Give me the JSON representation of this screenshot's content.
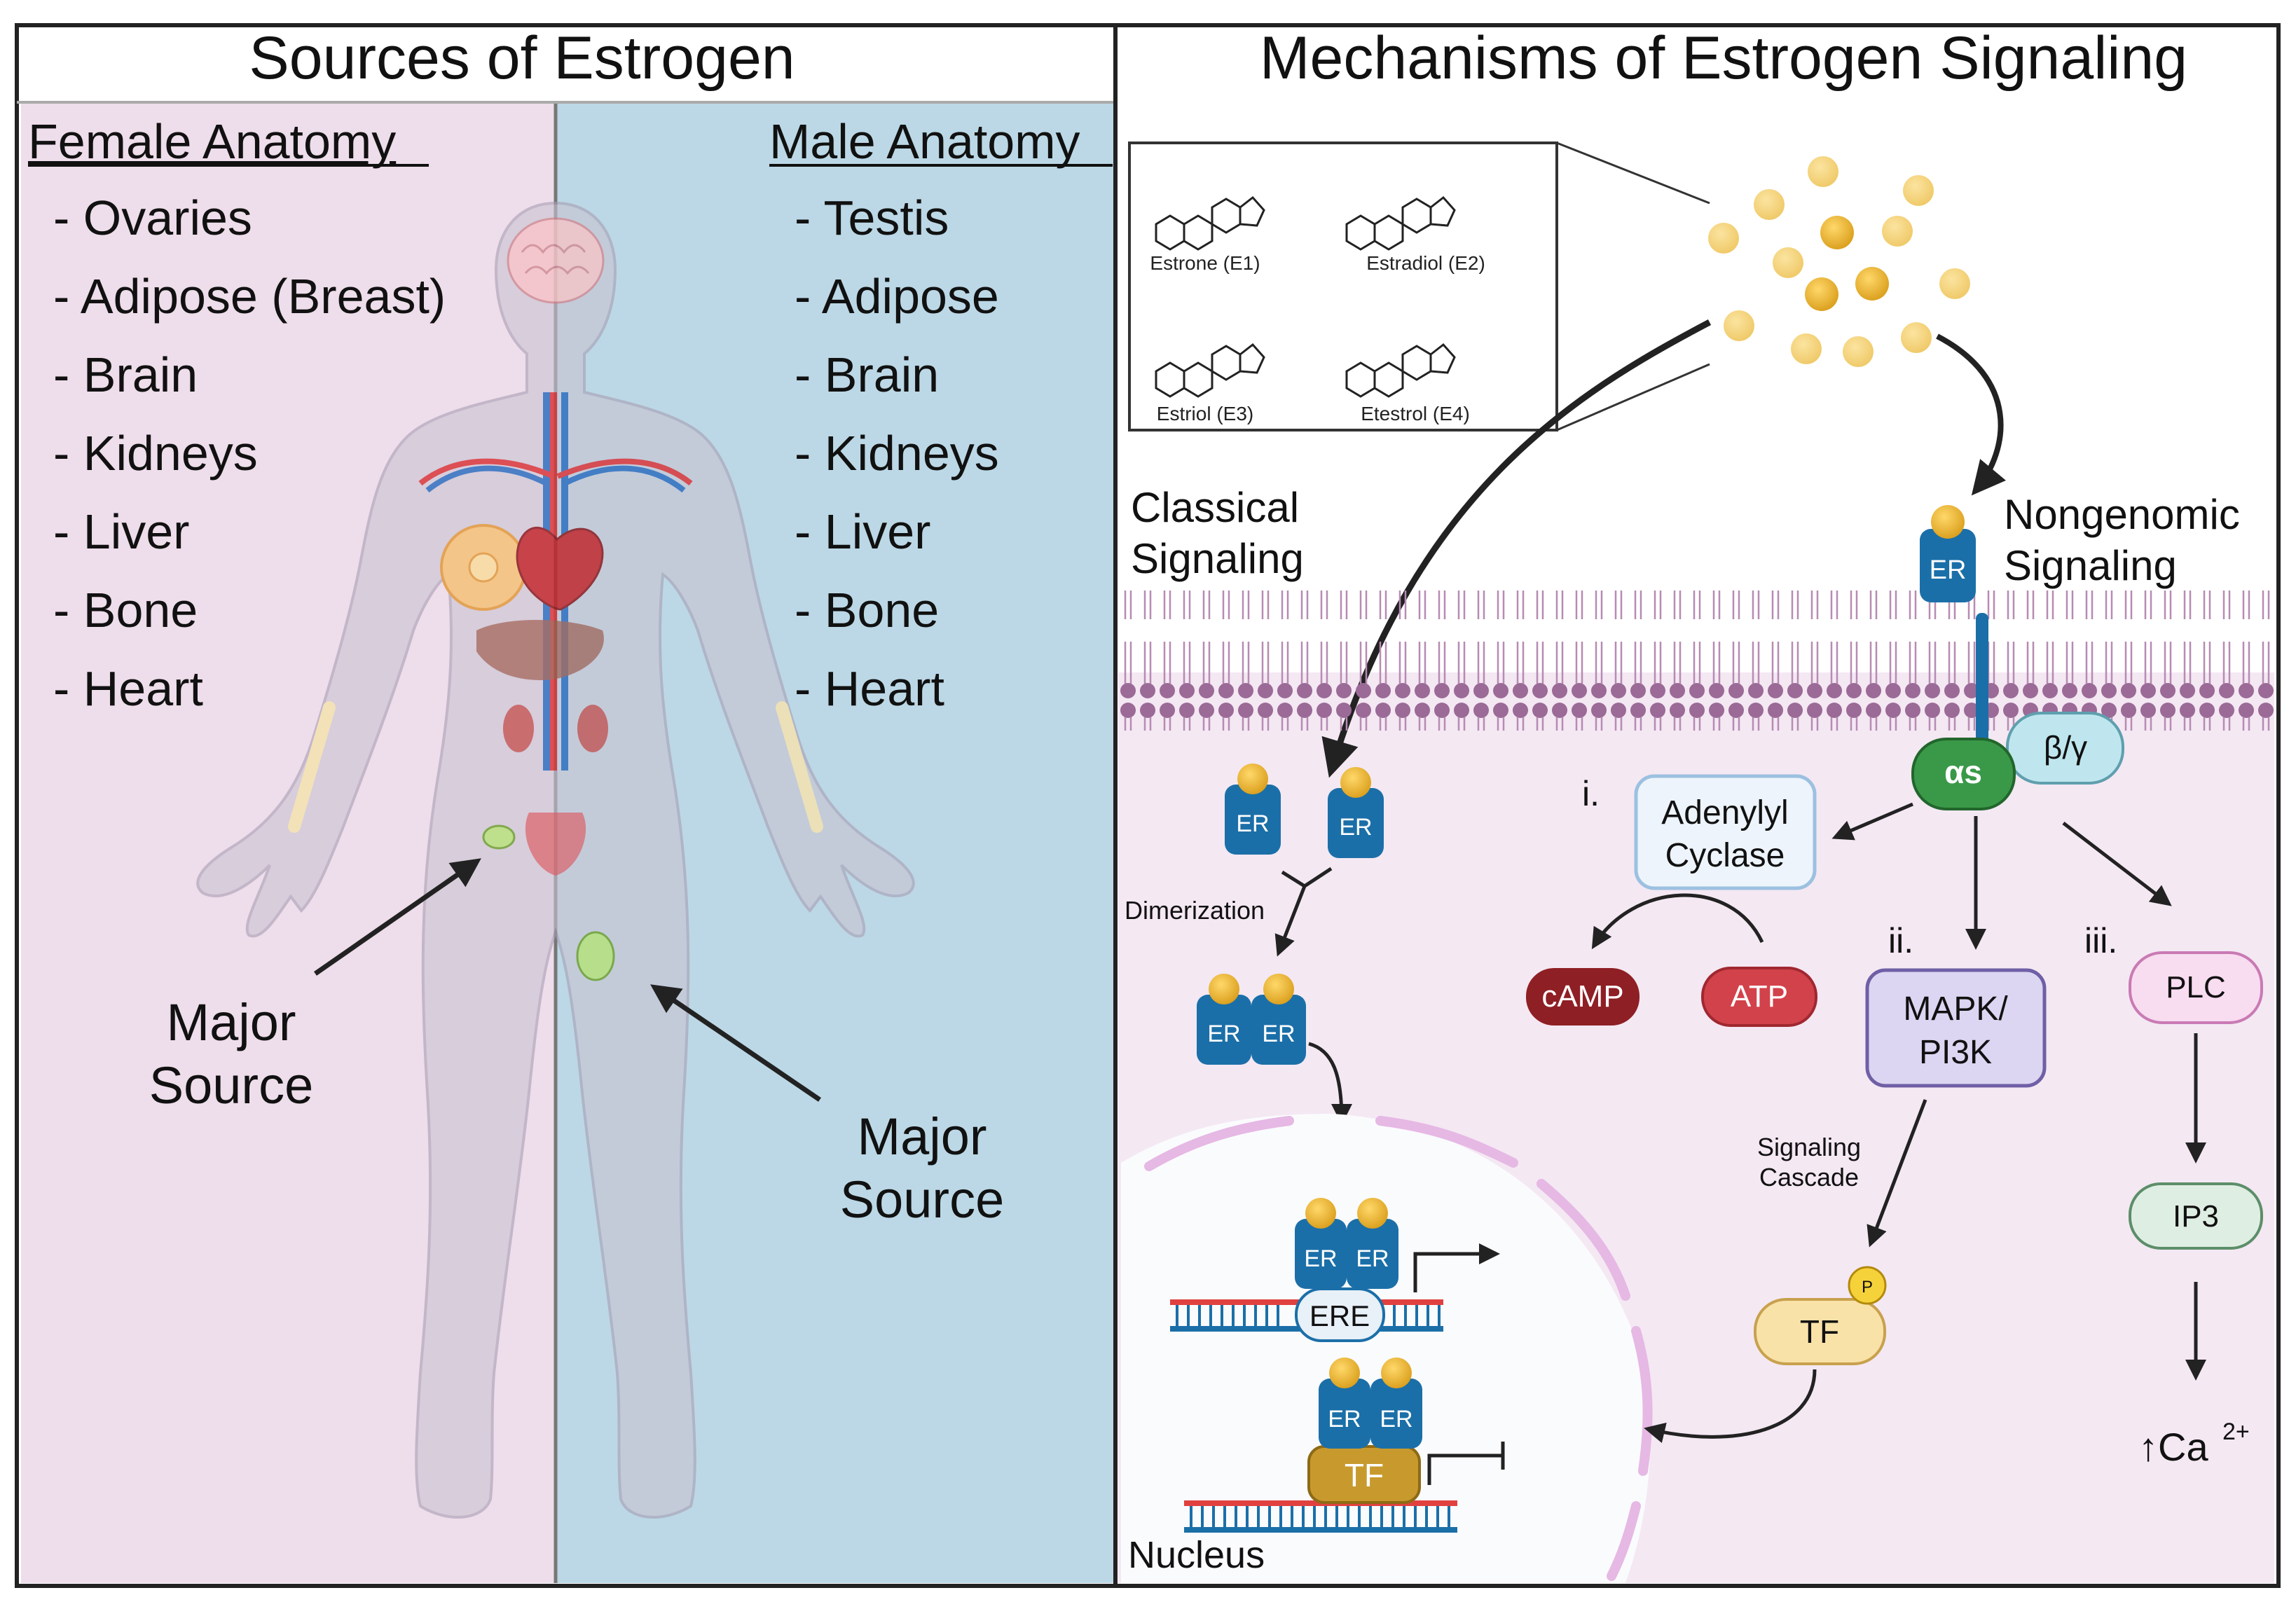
{
  "left_panel": {
    "title": "Sources of Estrogen",
    "female": {
      "heading": "Female Anatomy",
      "items": [
        "- Ovaries",
        "- Adipose (Breast)",
        "- Brain",
        "- Kidneys",
        "- Liver",
        "- Bone",
        "- Heart"
      ],
      "source_label": [
        "Major",
        "Source"
      ]
    },
    "male": {
      "heading": "Male Anatomy",
      "items": [
        "- Testis",
        "- Adipose",
        "- Brain",
        "- Kidneys",
        "- Liver",
        "- Bone",
        "- Heart"
      ],
      "source_label": [
        "Major",
        "Source"
      ]
    }
  },
  "right_panel": {
    "title": "Mechanisms of  Estrogen Signaling",
    "structures": [
      "Estrone (E1)",
      "Estradiol (E2)",
      "Estriol (E3)",
      "Etestrol (E4)"
    ],
    "classical_label": [
      "Classical",
      "Signaling"
    ],
    "nongenomic_label": [
      "Nongenomic",
      "Signaling"
    ],
    "er": "ER",
    "dimerization": "Dimerization",
    "ere": "ERE",
    "tf": "TF",
    "phospho": "P",
    "nucleus": "Nucleus",
    "beta_gamma": "β/γ",
    "alpha_s": "αs",
    "pathway_i": "i.",
    "pathway_ii": "ii.",
    "pathway_iii": "iii.",
    "adenylyl": [
      "Adenylyl",
      "Cyclase"
    ],
    "camp": "cAMP",
    "atp": "ATP",
    "mapk": [
      "MAPK/",
      "PI3K"
    ],
    "signaling_cascade": [
      "Signaling",
      "Cascade"
    ],
    "plc": "PLC",
    "ip3": "IP3",
    "ca_up": "↑Ca",
    "ca_sup": "2+"
  },
  "colors": {
    "female_bg": "#eeddea",
    "male_bg": "#bcd8e6",
    "right_bg": "#f4e8f3",
    "membrane": "#9e6a9a",
    "er_blue": "#1b6fa8",
    "estrogen_gold": "#e8b83a"
  }
}
